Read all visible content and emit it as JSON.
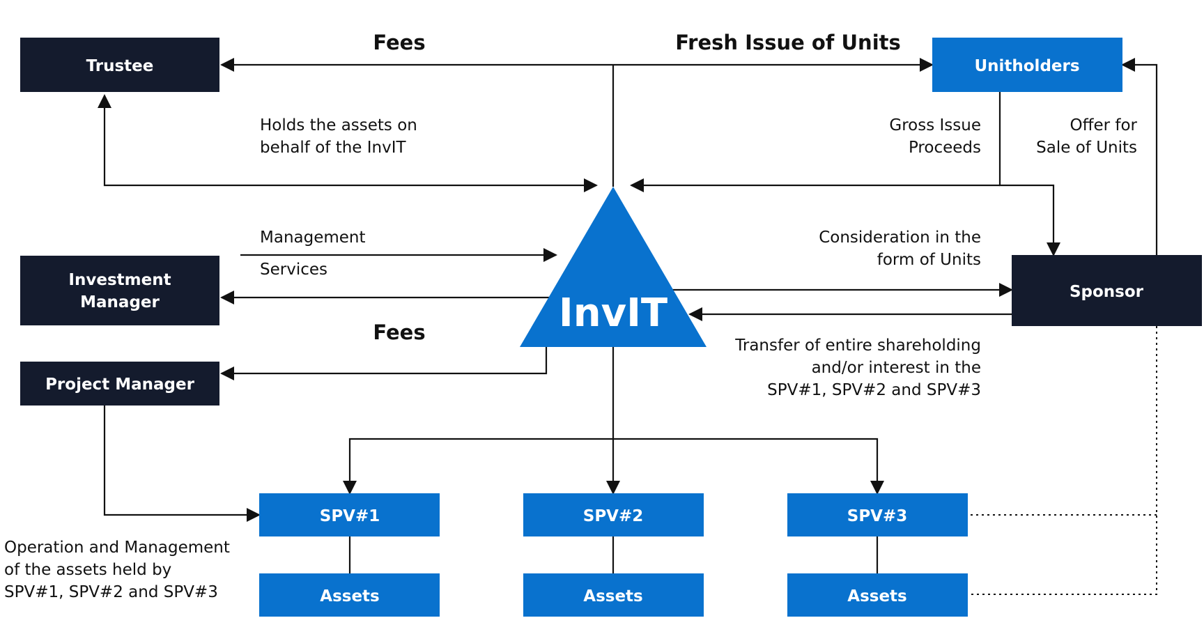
{
  "colors": {
    "dark": "#141b2d",
    "blue": "#0972ce",
    "line": "#111111",
    "background": "#ffffff"
  },
  "entities": {
    "trustee": "Trustee",
    "unitholders": "Unitholders",
    "investment_manager": [
      "Investment",
      "Manager"
    ],
    "sponsor": "Sponsor",
    "project_manager": "Project Manager",
    "invit": "InvIT",
    "spv1": "SPV#1",
    "spv2": "SPV#2",
    "spv3": "SPV#3",
    "assets": [
      "Assets",
      "Assets",
      "Assets"
    ]
  },
  "labels": {
    "fees_top": "Fees",
    "fresh_issue": "Fresh Issue of Units",
    "holds_assets": [
      "Holds the assets on",
      "behalf of the InvIT"
    ],
    "gross_issue": [
      "Gross Issue",
      "Proceeds"
    ],
    "offer_for_sale": [
      "Offer for",
      "Sale of Units"
    ],
    "management": "Management",
    "services": "Services",
    "consideration": [
      "Consideration in the",
      "form of Units"
    ],
    "fees_mid": "Fees",
    "transfer": [
      "Transfer of entire shareholding",
      "and/or interest in the",
      "SPV#1, SPV#2 and SPV#3"
    ],
    "operation": [
      "Operation and Management",
      "of the assets held by",
      "SPV#1, SPV#2 and SPV#3"
    ]
  }
}
